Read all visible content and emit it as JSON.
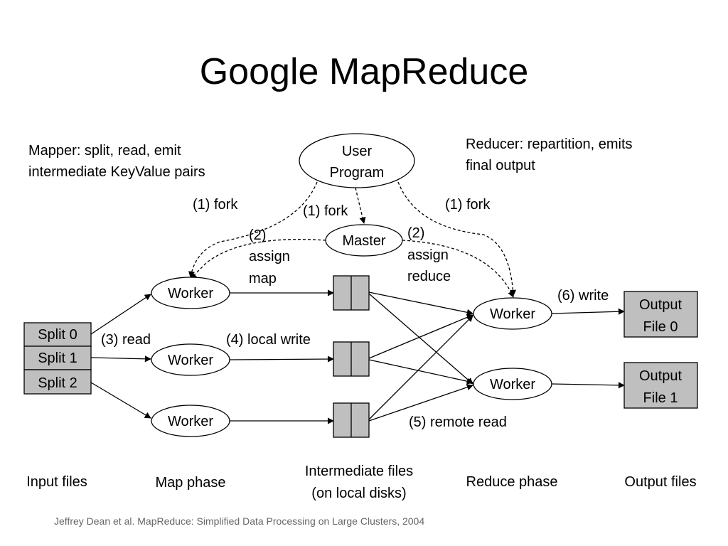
{
  "title": "Google MapReduce",
  "notes": {
    "mapper": [
      "Mapper: split, read, emit",
      "intermediate KeyValue pairs"
    ],
    "reducer": [
      "Reducer: repartition, emits",
      "final output"
    ]
  },
  "nodes": {
    "user_program": [
      "User",
      "Program"
    ],
    "master": "Master",
    "worker": "Worker",
    "splits": [
      "Split 0",
      "Split 1",
      "Split 2"
    ],
    "outputs": [
      [
        "Output",
        "File 0"
      ],
      [
        "Output",
        "File 1"
      ]
    ]
  },
  "edges": {
    "fork_left": "(1) fork",
    "fork_mid": "(1) fork",
    "fork_right": "(1) fork",
    "assign_map": [
      "(2)",
      "assign",
      "map"
    ],
    "assign_reduce": [
      "(2)",
      "assign",
      "reduce"
    ],
    "read": "(3) read",
    "local_write": "(4) local write",
    "remote_read": "(5) remote read",
    "write": "(6) write"
  },
  "phases": {
    "input": "Input files",
    "map": "Map phase",
    "intermediate": [
      "Intermediate files",
      "(on local disks)"
    ],
    "reduce": "Reduce phase",
    "output": "Output files"
  },
  "citation": "Jeffrey Dean et al. MapReduce: Simplified Data Processing on Large Clusters, 2004"
}
